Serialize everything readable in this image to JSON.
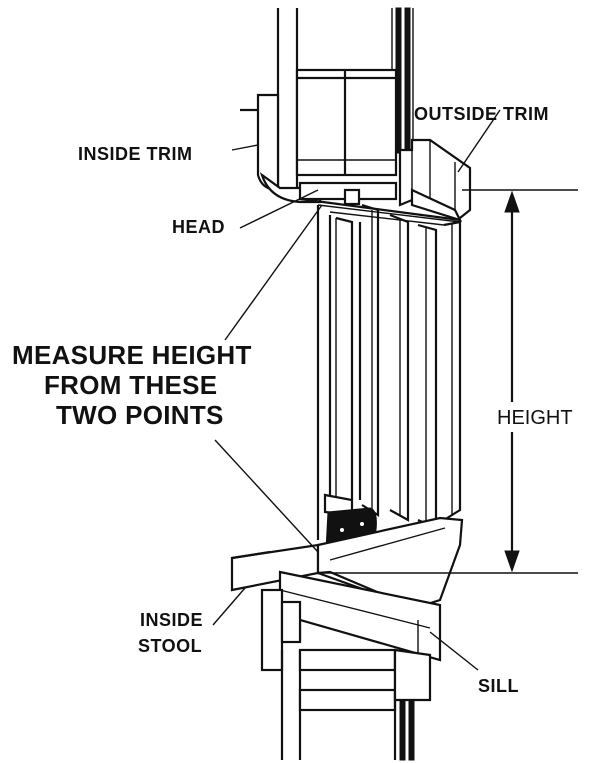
{
  "labels": {
    "inside_trim": "INSIDE TRIM",
    "outside_trim": "OUTSIDE TRIM",
    "head": "HEAD",
    "measure_line1": "MEASURE HEIGHT",
    "measure_line2": "FROM THESE",
    "measure_line3": "TWO POINTS",
    "height": "HEIGHT",
    "inside_stool_line1": "INSIDE",
    "inside_stool_line2": "STOOL",
    "sill": "SILL"
  },
  "colors": {
    "ink": "#111111",
    "paper": "#ffffff"
  }
}
